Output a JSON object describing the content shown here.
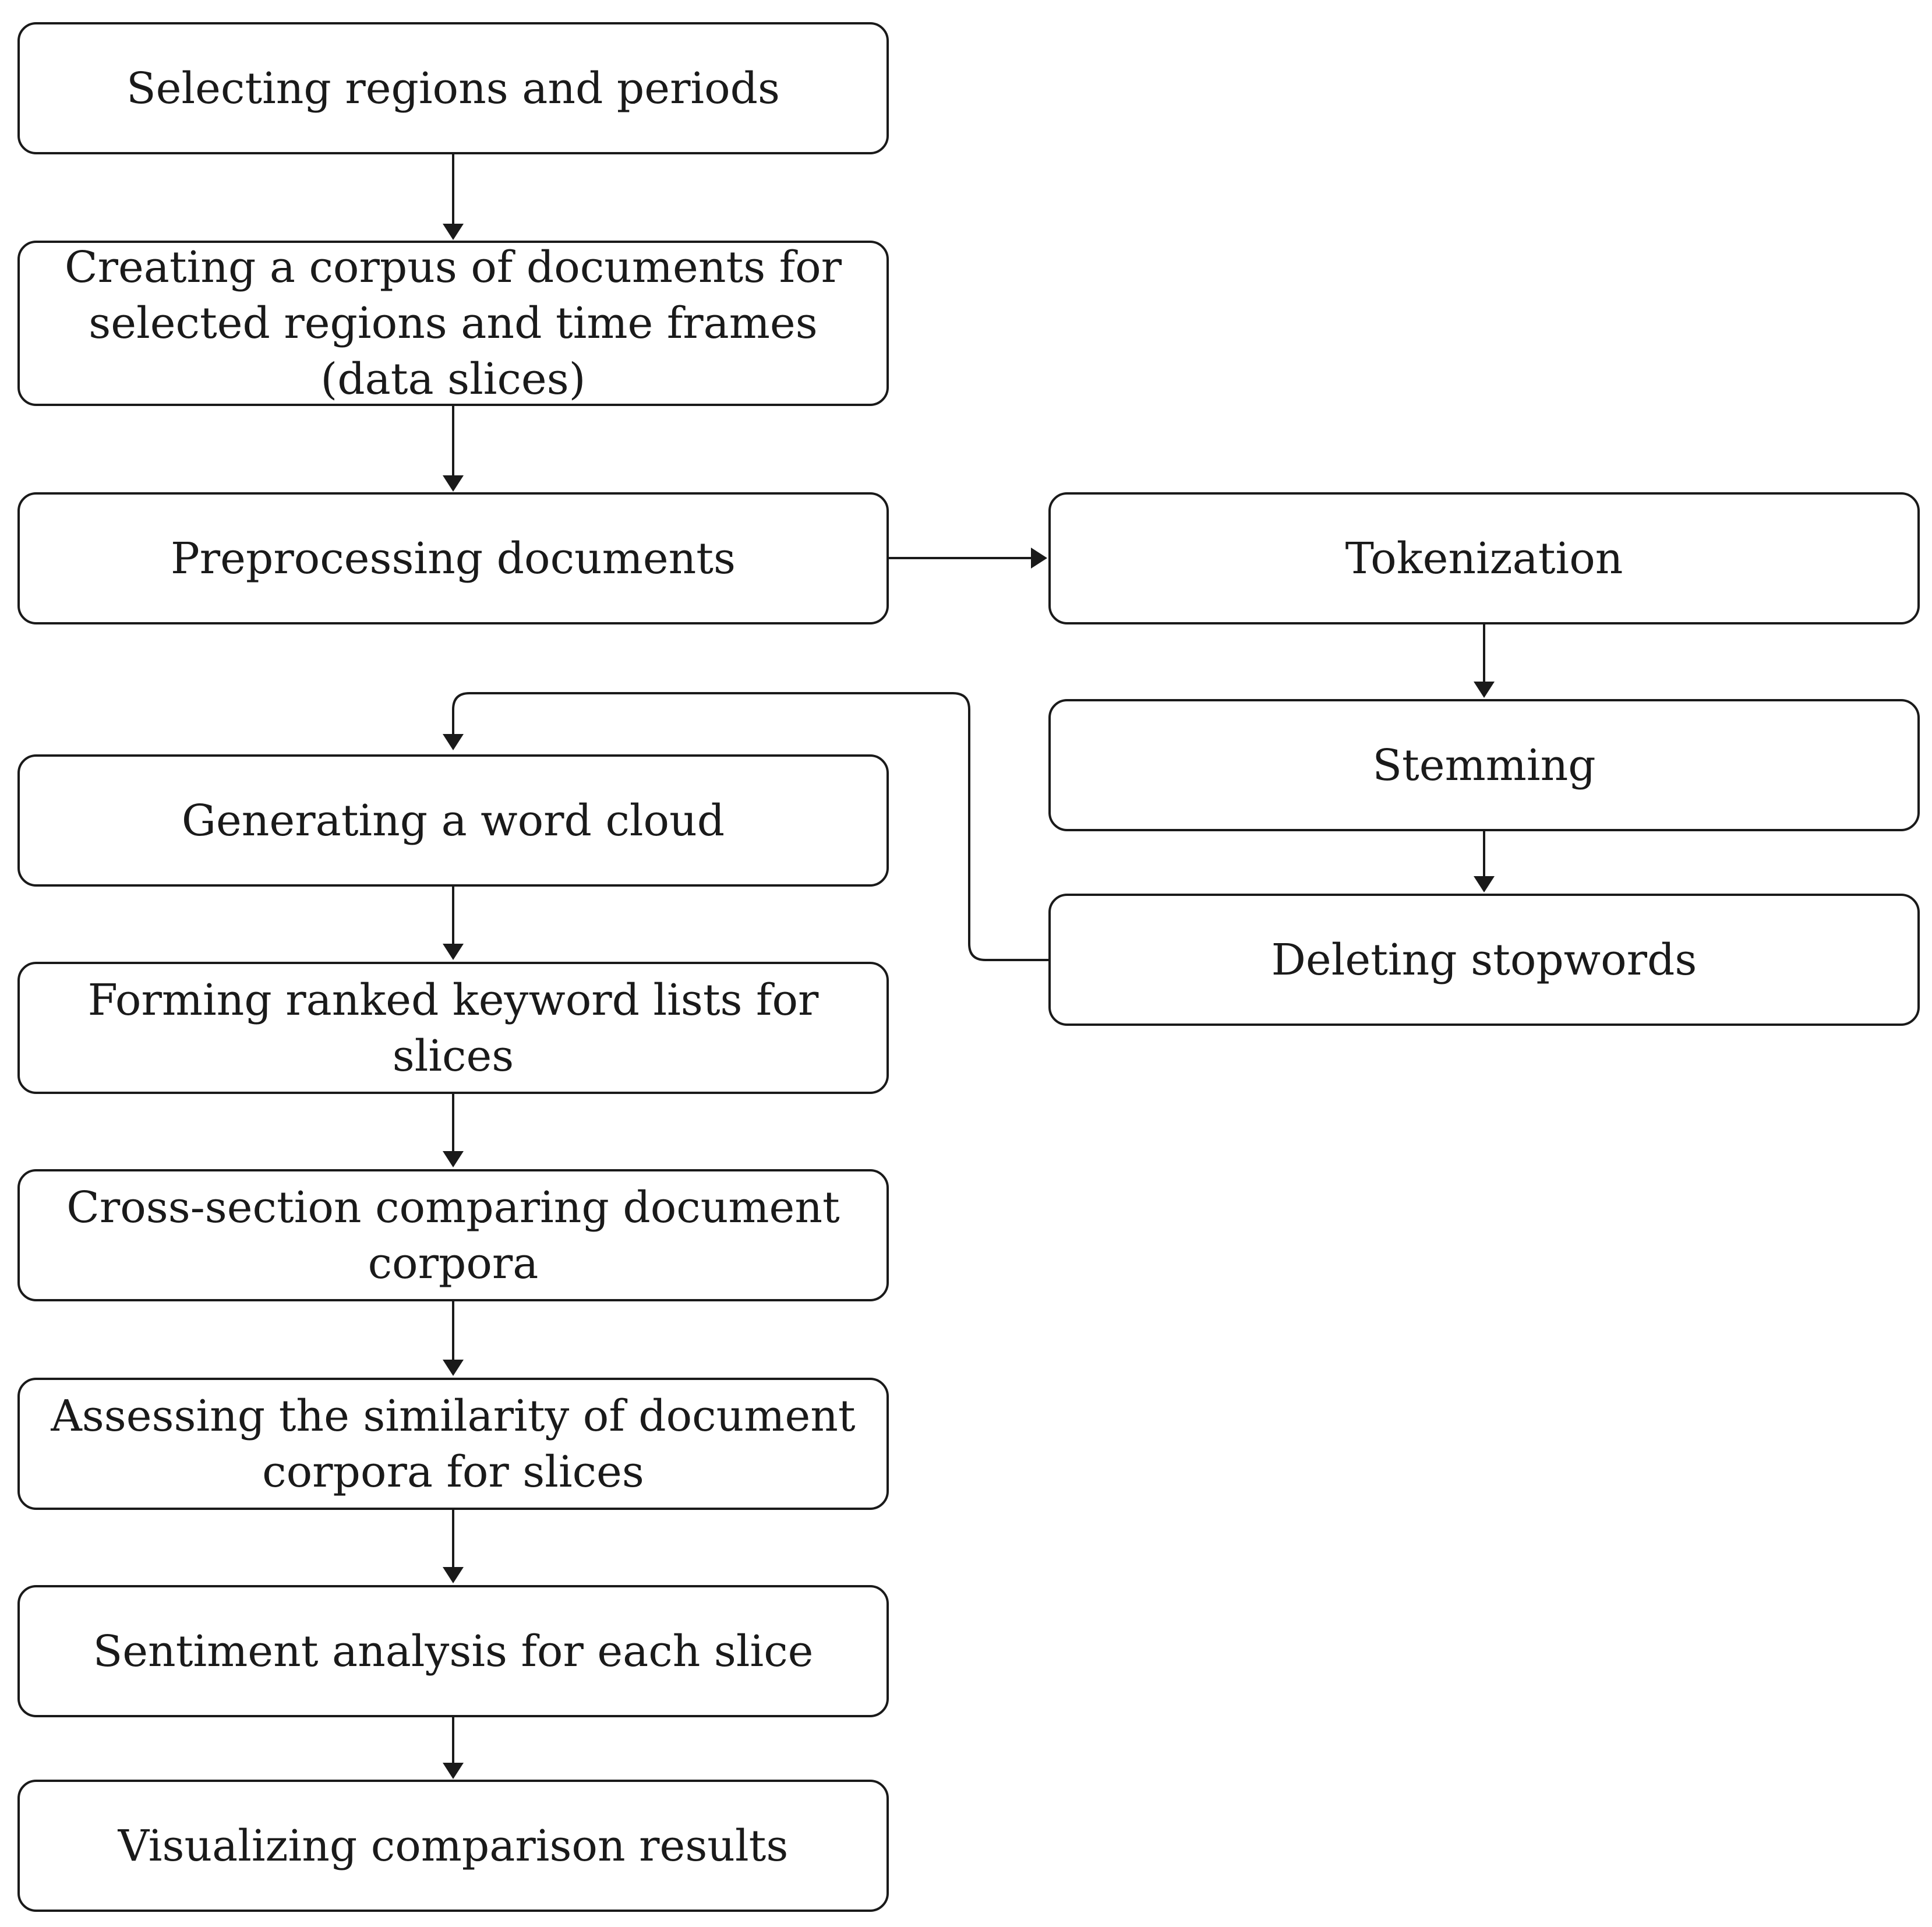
{
  "colors": {
    "stroke": "#1a1a1a",
    "background": "#ffffff"
  },
  "steps": {
    "selecting": "Selecting regions and periods",
    "creating": "Creating a corpus of documents for selected regions and time frames (data slices)",
    "preprocessing": "Preprocessing documents",
    "wordcloud": "Generating a word cloud",
    "keywords": "Forming ranked keyword lists for slices",
    "crosssection": "Cross-section comparing document corpora",
    "similarity": "Assessing the similarity of document corpora for slices",
    "sentiment": "Sentiment analysis for each slice",
    "visualizing": "Visualizing comparison results"
  },
  "preprocessing_steps": {
    "tokenization": "Tokenization",
    "stemming": "Stemming",
    "stopwords": "Deleting stopwords"
  }
}
